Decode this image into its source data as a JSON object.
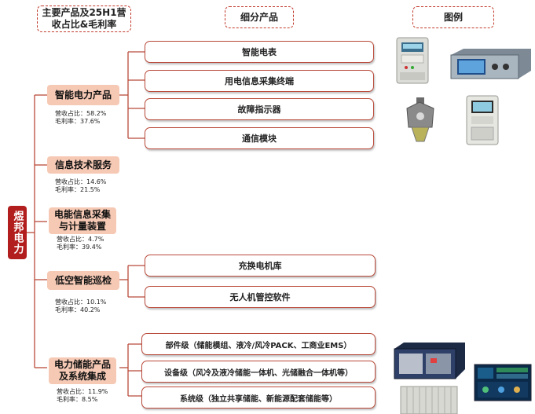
{
  "headers": {
    "products": "主要产品及25H1营收占比&毛利率",
    "sub_products": "细分产品",
    "examples": "图例"
  },
  "root": "煜邦电力",
  "categories": [
    {
      "name": "智能电力产品",
      "revenue_share": "营收占比：58.2%",
      "gross_margin": "毛利率：37.6%"
    },
    {
      "name": "信息技术服务",
      "revenue_share": "营收占比：14.6%",
      "gross_margin": "毛利率：21.5%"
    },
    {
      "name": "电能信息采集与计量装置",
      "revenue_share": "营收占比：4.7%",
      "gross_margin": "毛利率：39.4%"
    },
    {
      "name": "低空智能巡检",
      "revenue_share": "营收占比：10.1%",
      "gross_margin": "毛利率：40.2%"
    },
    {
      "name": "电力储能产品及系统集成",
      "revenue_share": "营收占比：11.9%",
      "gross_margin": "毛利率：8.5%"
    }
  ],
  "sub_products": {
    "smart_power": [
      "智能电表",
      "用电信息采集终端",
      "故障指示器",
      "通信模块"
    ],
    "low_altitude": [
      "充换电机库",
      "无人机管控软件"
    ],
    "energy_storage": [
      "部件级（储能模组、液冷/风冷PACK、工商业EMS）",
      "设备级（风冷及液冷储能一体机、光储融合一体机等）",
      "系统级（独立共享储能、新能源配套储能等）"
    ]
  },
  "example_icons": [
    "smart-meter-image",
    "rack-device-image",
    "fault-indicator-image",
    "terminal-device-image",
    "battery-module-image",
    "storage-cabinet-image",
    "ems-screen-image"
  ]
}
